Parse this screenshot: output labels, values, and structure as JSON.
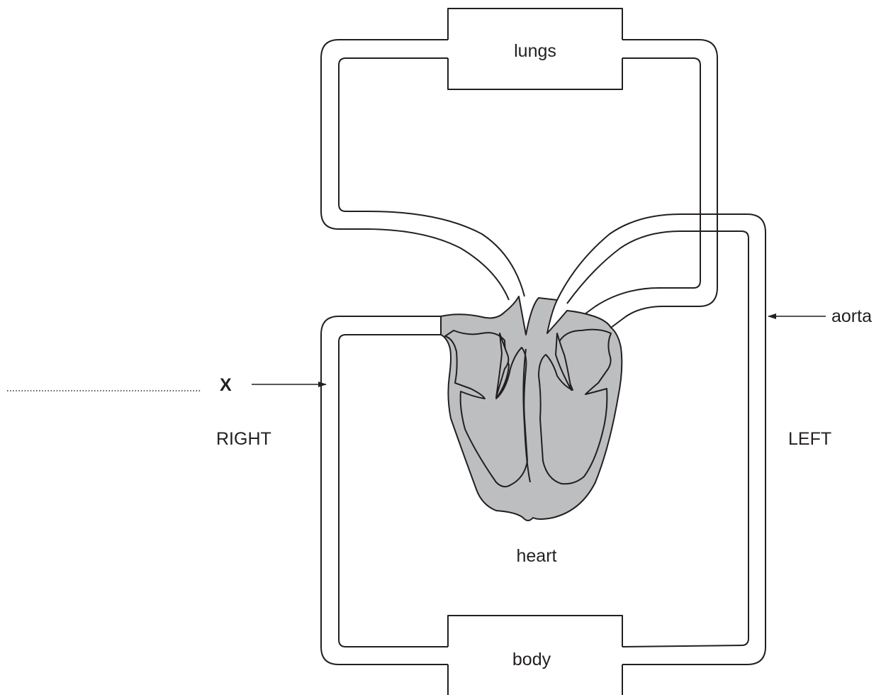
{
  "labels": {
    "lungs": "lungs",
    "body": "body",
    "heart": "heart",
    "right": "RIGHT",
    "left": "LEFT",
    "aorta": "aorta",
    "x": "X"
  },
  "colors": {
    "line": "#231f20",
    "tissue": "#bcbec0",
    "background": "#ffffff"
  }
}
